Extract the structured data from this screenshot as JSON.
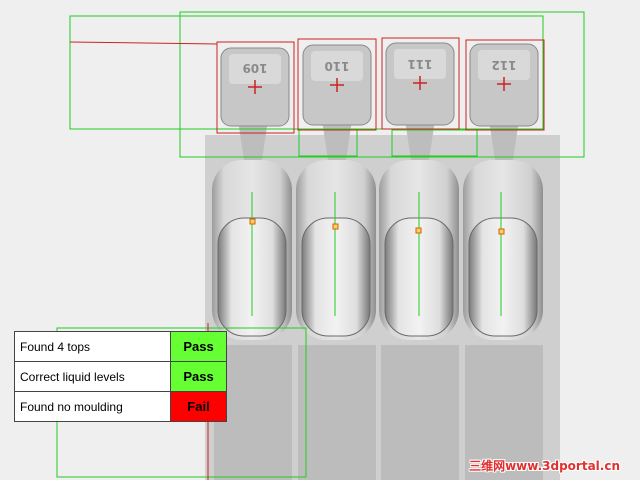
{
  "vision": {
    "results": [
      {
        "label": "Found 4 tops",
        "status": "Pass",
        "status_color": "#66ff33"
      },
      {
        "label": "Correct liquid levels",
        "status": "Pass",
        "status_color": "#66ff33"
      },
      {
        "label": "Found no moulding",
        "status": "Fail",
        "status_color": "#ff0000"
      }
    ],
    "ampoule_top_labels": [
      "109",
      "110",
      "111",
      "112"
    ],
    "colors": {
      "inspection_roi": "#22cc22",
      "top_marker": "#cc2222",
      "level_marker": "#cc6600",
      "background": "#efefef"
    }
  },
  "watermark": {
    "text": "三维网www.3dportal.cn"
  }
}
